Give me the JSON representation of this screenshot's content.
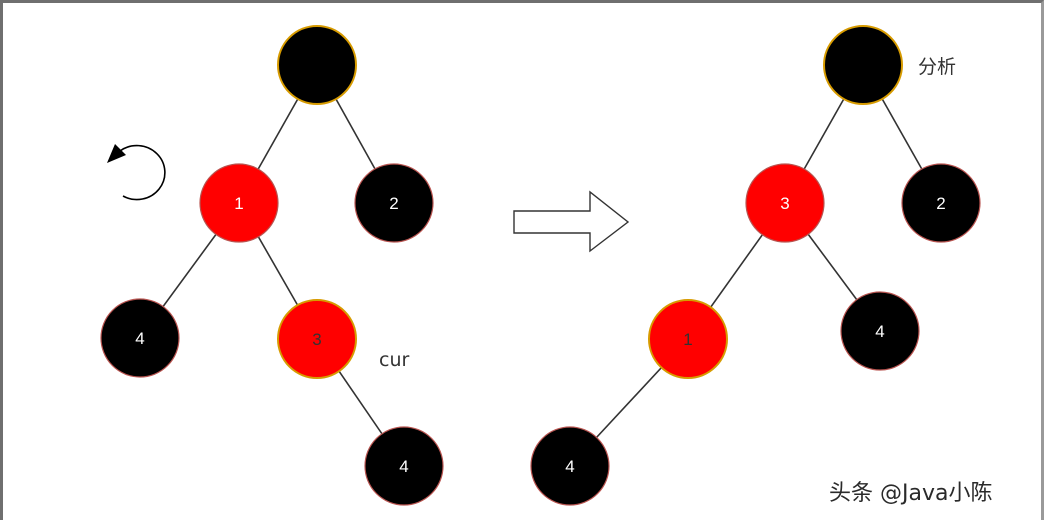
{
  "colors": {
    "red_node": "#ff0000",
    "black_node": "#000000",
    "red_stroke": "#b85450",
    "highlight_stroke": "#d79b00",
    "edge": "#333333",
    "text_on_node": "#ffffff",
    "text_on_highlight": "#333333"
  },
  "before_tree": {
    "nodes": [
      {
        "id": "root",
        "label": "",
        "color": "black",
        "highlight": true
      },
      {
        "id": "n1",
        "label": "1",
        "color": "red"
      },
      {
        "id": "n2",
        "label": "2",
        "color": "black"
      },
      {
        "id": "n4a",
        "label": "4",
        "color": "black"
      },
      {
        "id": "n3",
        "label": "3",
        "color": "red",
        "highlight": true
      },
      {
        "id": "n4b",
        "label": "4",
        "color": "black"
      }
    ],
    "edges": [
      [
        "root",
        "n1"
      ],
      [
        "root",
        "n2"
      ],
      [
        "n1",
        "n4a"
      ],
      [
        "n1",
        "n3"
      ],
      [
        "n3",
        "n4b"
      ]
    ],
    "cur_label": "cur",
    "rotation_icon": "counterclockwise-arrow-icon"
  },
  "transform_arrow_icon": "hollow-right-arrow-icon",
  "after_tree": {
    "nodes": [
      {
        "id": "root",
        "label": "",
        "color": "black",
        "highlight": true
      },
      {
        "id": "n3",
        "label": "3",
        "color": "red"
      },
      {
        "id": "n2",
        "label": "2",
        "color": "black"
      },
      {
        "id": "n1",
        "label": "1",
        "color": "red",
        "highlight": true
      },
      {
        "id": "n4a",
        "label": "4",
        "color": "black"
      },
      {
        "id": "n4b",
        "label": "4",
        "color": "black"
      }
    ],
    "edges": [
      [
        "root",
        "n3"
      ],
      [
        "root",
        "n2"
      ],
      [
        "n3",
        "n1"
      ],
      [
        "n3",
        "n4a"
      ],
      [
        "n1",
        "n4b"
      ]
    ],
    "note_label": "分析"
  },
  "watermark": "头条 @Java小陈"
}
